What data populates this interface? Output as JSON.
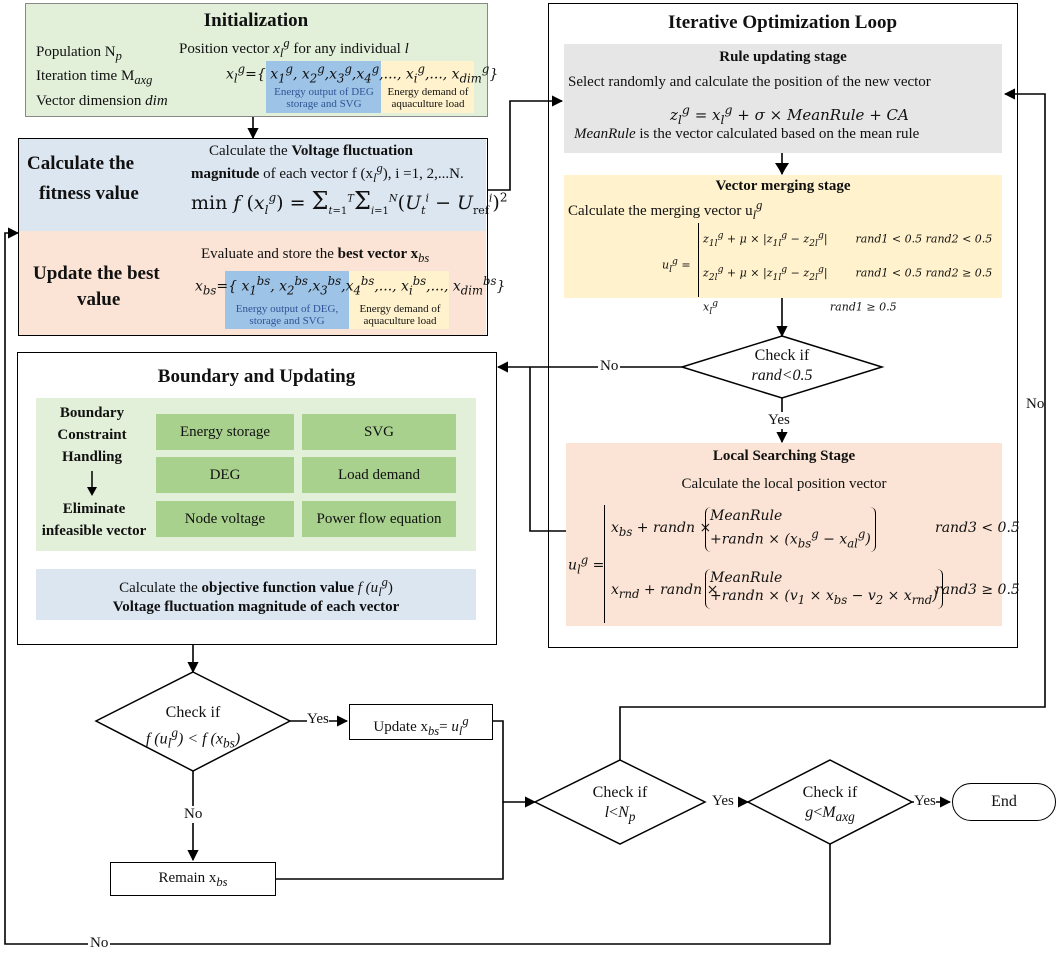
{
  "colors": {
    "init_bg": "#e2efd9",
    "fitness_bg": "#dce6f1",
    "best_bg": "#fbe4d5",
    "rule_bg": "#e7e6e6",
    "merge_bg": "#fff2cc",
    "local_bg": "#fbe4d5",
    "deg_highlight": "#9dc3e6",
    "aqua_highlight": "#fff2cc",
    "chip_green": "#a9d18e",
    "boundary_inner": "#e2efd9",
    "objective_bg": "#dce6f1"
  },
  "init": {
    "title": "Initialization",
    "pop": "Population N",
    "pop_sub": "p",
    "iter": "Iteration time M",
    "iter_sub": "axg",
    "dim": "Vector dimension ",
    "dim_var": "dim",
    "position_text": "Position vector ",
    "position_var": "x",
    "position_tail": " for any individual ",
    "position_l": "l",
    "deg_label": "Energy output of DEG storage and SVG",
    "aqua_label": "Energy demand of aquaculture load"
  },
  "fitness": {
    "title_line1": "Calculate the",
    "title_line2": "fitness value",
    "desc1_pre": "Calculate the ",
    "desc1_bold": "Voltage fluctuation",
    "desc2_bold": "magnitude",
    "desc2_tail": " of each vector f (x",
    "desc2_end": "), i =1, 2,...N."
  },
  "best": {
    "title_line1": "Update the best",
    "title_line2": "value",
    "desc_pre": "Evaluate and store the ",
    "desc_bold": "best vector x",
    "desc_sub": "bs",
    "deg_label": "Energy output of DEG, storage and SVG",
    "aqua_label": "Energy demand of aquaculture load"
  },
  "loop": {
    "title": "Iterative Optimization Loop",
    "rule_title": "Rule updating stage",
    "rule_desc": "Select randomly and calculate the position of the new vector",
    "rule_note_var": "MeanRule",
    "rule_note_tail": " is the vector calculated based on the mean rule",
    "merge_title": "Vector merging stage",
    "merge_desc": "Calculate the merging vector u",
    "check_rand_1": "Check if",
    "check_rand_2": "rand<0.5",
    "yes": "Yes",
    "no": "No",
    "local_title": "Local Searching Stage",
    "local_desc": "Calculate the local position vector"
  },
  "boundary": {
    "title": "Boundary and Updating",
    "handling": [
      "Boundary",
      "Constraint",
      "Handling"
    ],
    "eliminate": [
      "Eliminate",
      "infeasible vector"
    ],
    "chips": [
      "Energy storage",
      "SVG",
      "DEG",
      "Load demand",
      "Node voltage",
      "Power flow equation"
    ],
    "obj_pre": "Calculate the ",
    "obj_bold": "objective function value",
    "obj_tail": " f (u",
    "obj_line2": "Voltage fluctuation magnitude of each vector"
  },
  "bottom": {
    "check1_line1": "Check if",
    "update_label": "Update x",
    "remain_label": "Remain x",
    "check2_line1": "Check if",
    "check2_line2": "l<N",
    "check3_line1": "Check if",
    "check3_line2": "g<M",
    "end_label": "End",
    "yes": "Yes",
    "no": "No"
  }
}
